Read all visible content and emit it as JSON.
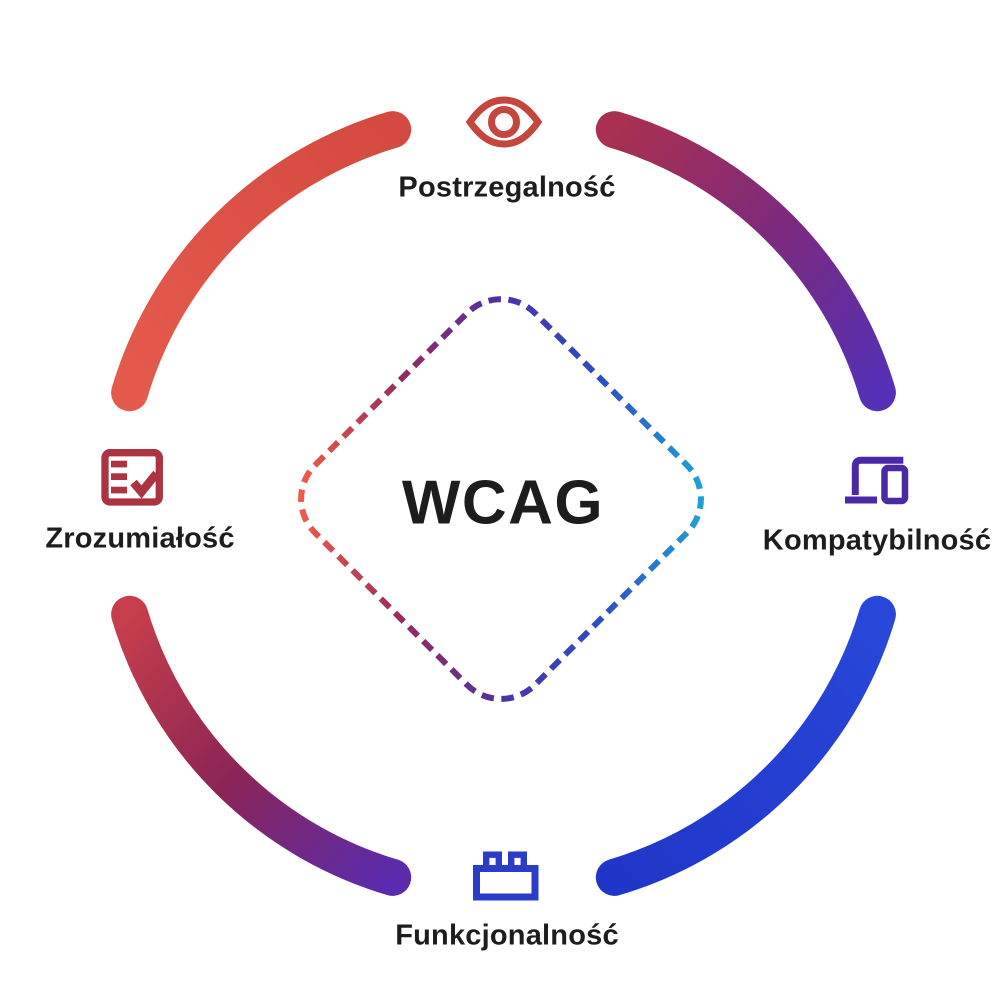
{
  "diagram": {
    "type": "wcag-principles-wheel",
    "center": {
      "title": "WCAG"
    }
  },
  "principles": [
    {
      "id": "perceivable",
      "label": "Postrzegalność",
      "icon": "eye-icon",
      "position": "top",
      "color": "#c4463c"
    },
    {
      "id": "compatible",
      "label": "Kompatybilność",
      "icon": "devices-icon",
      "position": "right",
      "color": "#4a28a6"
    },
    {
      "id": "operable",
      "label": "Funkcjonalność",
      "icon": "brick-icon",
      "position": "bottom",
      "color": "#2b3cc8"
    },
    {
      "id": "understandable",
      "label": "Zrozumiałość",
      "icon": "checklist-icon",
      "position": "left",
      "color": "#ab3342"
    }
  ],
  "colors": {
    "background": "#ffffff",
    "text": "#1d1d1d",
    "arc_top_left": [
      "#e45a4c",
      "#d44a40"
    ],
    "arc_top_right": [
      "#a93050",
      "#7c2a7e",
      "#5431b6"
    ],
    "arc_bottom_right": [
      "#2847d9",
      "#2036c9"
    ],
    "arc_bottom_left": [
      "#c63e4b",
      "#8c2556",
      "#5a2bae"
    ],
    "diamond_gradient": [
      "#ef5b4a",
      "#962c5c",
      "#4c31a8",
      "#2d4ec2",
      "#219fd4"
    ],
    "phone_screen_fill": "#ffffff"
  }
}
